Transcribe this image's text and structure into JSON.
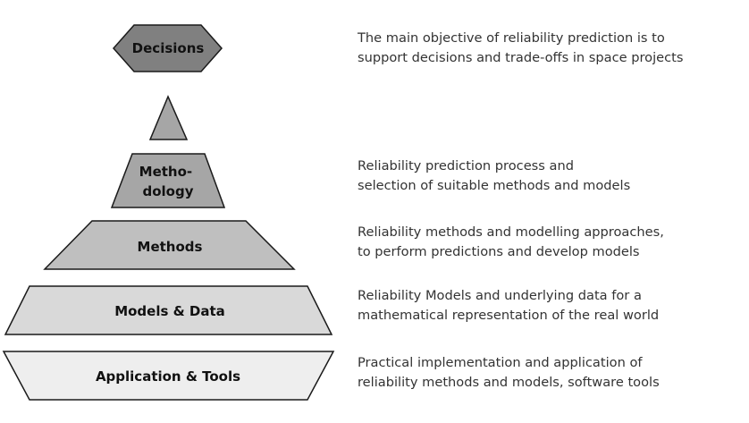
{
  "colors": {
    "decisions": "#808080",
    "apex": "#a6a6a6",
    "methodology": "#a6a6a6",
    "methods": "#bfbfbf",
    "models_data": "#d9d9d9",
    "application_tools": "#eeeeee",
    "stroke": "#1a1a1a",
    "text": "#333333"
  },
  "levels": {
    "decisions": {
      "label": "Decisions",
      "description": [
        "The main objective of reliability prediction is to",
        "support decisions and trade-offs in space projects"
      ]
    },
    "methodology": {
      "label": [
        "Metho-",
        "dology"
      ],
      "description": [
        "Reliability prediction process and",
        "selection of suitable methods and models"
      ]
    },
    "methods": {
      "label": "Methods",
      "description": [
        "Reliability methods and modelling approaches,",
        "to perform predictions and develop models"
      ]
    },
    "models_data": {
      "label": "Models & Data",
      "description": [
        "Reliability Models and underlying data for a",
        "mathematical representation of the real world"
      ]
    },
    "application_tools": {
      "label": "Application & Tools",
      "description": [
        "Practical implementation and application of",
        "reliability methods and models, software tools"
      ]
    }
  }
}
